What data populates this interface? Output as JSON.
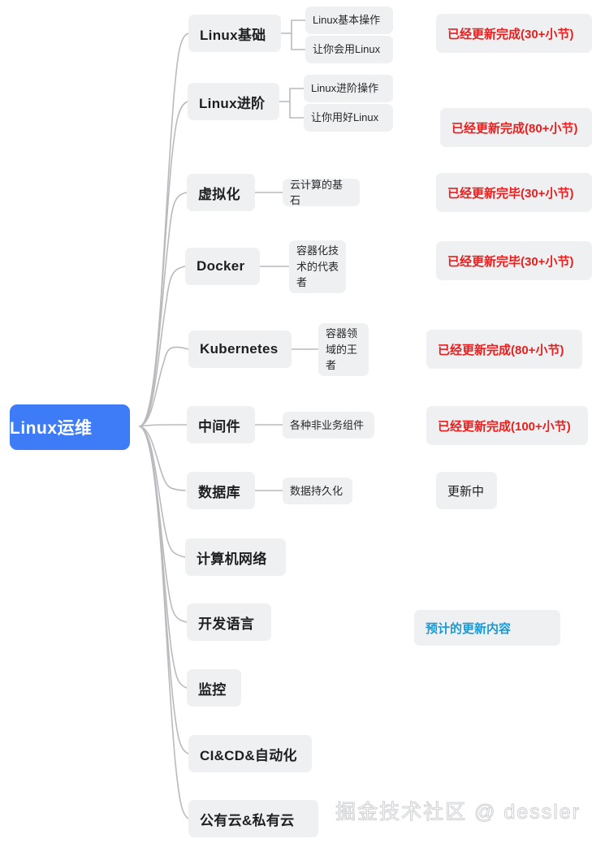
{
  "diagram": {
    "type": "mindmap",
    "title": "Linux运维",
    "root": {
      "label": "Linux运维",
      "color": "#3d7bf7",
      "text_color": "#ffffff"
    },
    "colors": {
      "node_bg": "#eff0f2",
      "node_text": "#1d1e20",
      "link": "#b9babd",
      "status_done": "#e8201f",
      "status_progress": "#1d1e20",
      "status_planned": "#1a9ad6",
      "canvas_bg": "#ffffff"
    },
    "branches": [
      {
        "label": "Linux基础",
        "children": [
          "Linux基本操作",
          "让你会用Linux"
        ],
        "status": {
          "text": "已经更新完成(30+小节)",
          "state": "done"
        }
      },
      {
        "label": "Linux进阶",
        "children": [
          "Linux进阶操作",
          "让你用好Linux"
        ],
        "status": {
          "text": "已经更新完成(80+小节)",
          "state": "done"
        }
      },
      {
        "label": "虚拟化",
        "children": [
          "云计算的基石"
        ],
        "status": {
          "text": "已经更新完毕(30+小节)",
          "state": "done"
        }
      },
      {
        "label": "Docker",
        "children": [
          "容器化技术的代表者"
        ],
        "status": {
          "text": "已经更新完毕(30+小节)",
          "state": "done"
        }
      },
      {
        "label": "Kubernetes",
        "children": [
          "容器领域的王者"
        ],
        "status": {
          "text": "已经更新完成(80+小节)",
          "state": "done"
        }
      },
      {
        "label": "中间件",
        "children": [
          "各种非业务组件"
        ],
        "status": {
          "text": "已经更新完成(100+小节)",
          "state": "done"
        }
      },
      {
        "label": "数据库",
        "children": [
          "数据持久化"
        ],
        "status": {
          "text": "更新中",
          "state": "progress"
        }
      },
      {
        "label": "计算机网络",
        "children": [],
        "status": null
      },
      {
        "label": "开发语言",
        "children": [],
        "status": {
          "text": "预计的更新内容",
          "state": "planned"
        }
      },
      {
        "label": "监控",
        "children": [],
        "status": null
      },
      {
        "label": "CI&CD&自动化",
        "children": [],
        "status": null
      },
      {
        "label": "公有云&私有云",
        "children": [],
        "status": null
      }
    ],
    "watermark": "掘金技术社区 @ dessler"
  }
}
